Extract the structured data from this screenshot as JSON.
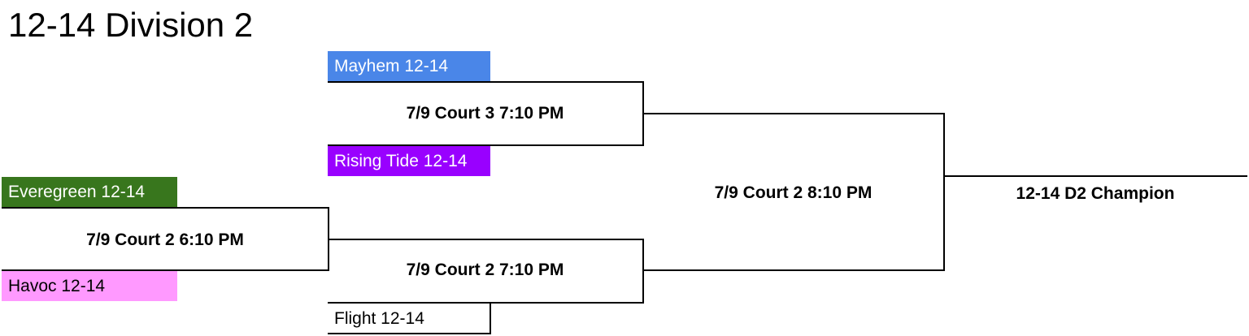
{
  "title": "12-14 Division 2",
  "colors": {
    "mayhem": "#4a86e8",
    "rising_tide": "#9900ff",
    "everegreen": "#38761d",
    "havoc": "#ff99ff",
    "flight": "#ffffff"
  },
  "teams": {
    "mayhem": "Mayhem 12-14",
    "rising_tide": "Rising Tide 12-14",
    "everegreen": "Everegreen 12-14",
    "havoc": "Havoc 12-14",
    "flight": "Flight 12-14"
  },
  "games": {
    "round1": "7/9 Court 2 6:10 PM",
    "semi_top": "7/9 Court 3 7:10 PM",
    "semi_bottom": "7/9 Court 2 7:10 PM",
    "final": "7/9 Court 2 8:10 PM"
  },
  "champion": "12-14 D2 Champion"
}
